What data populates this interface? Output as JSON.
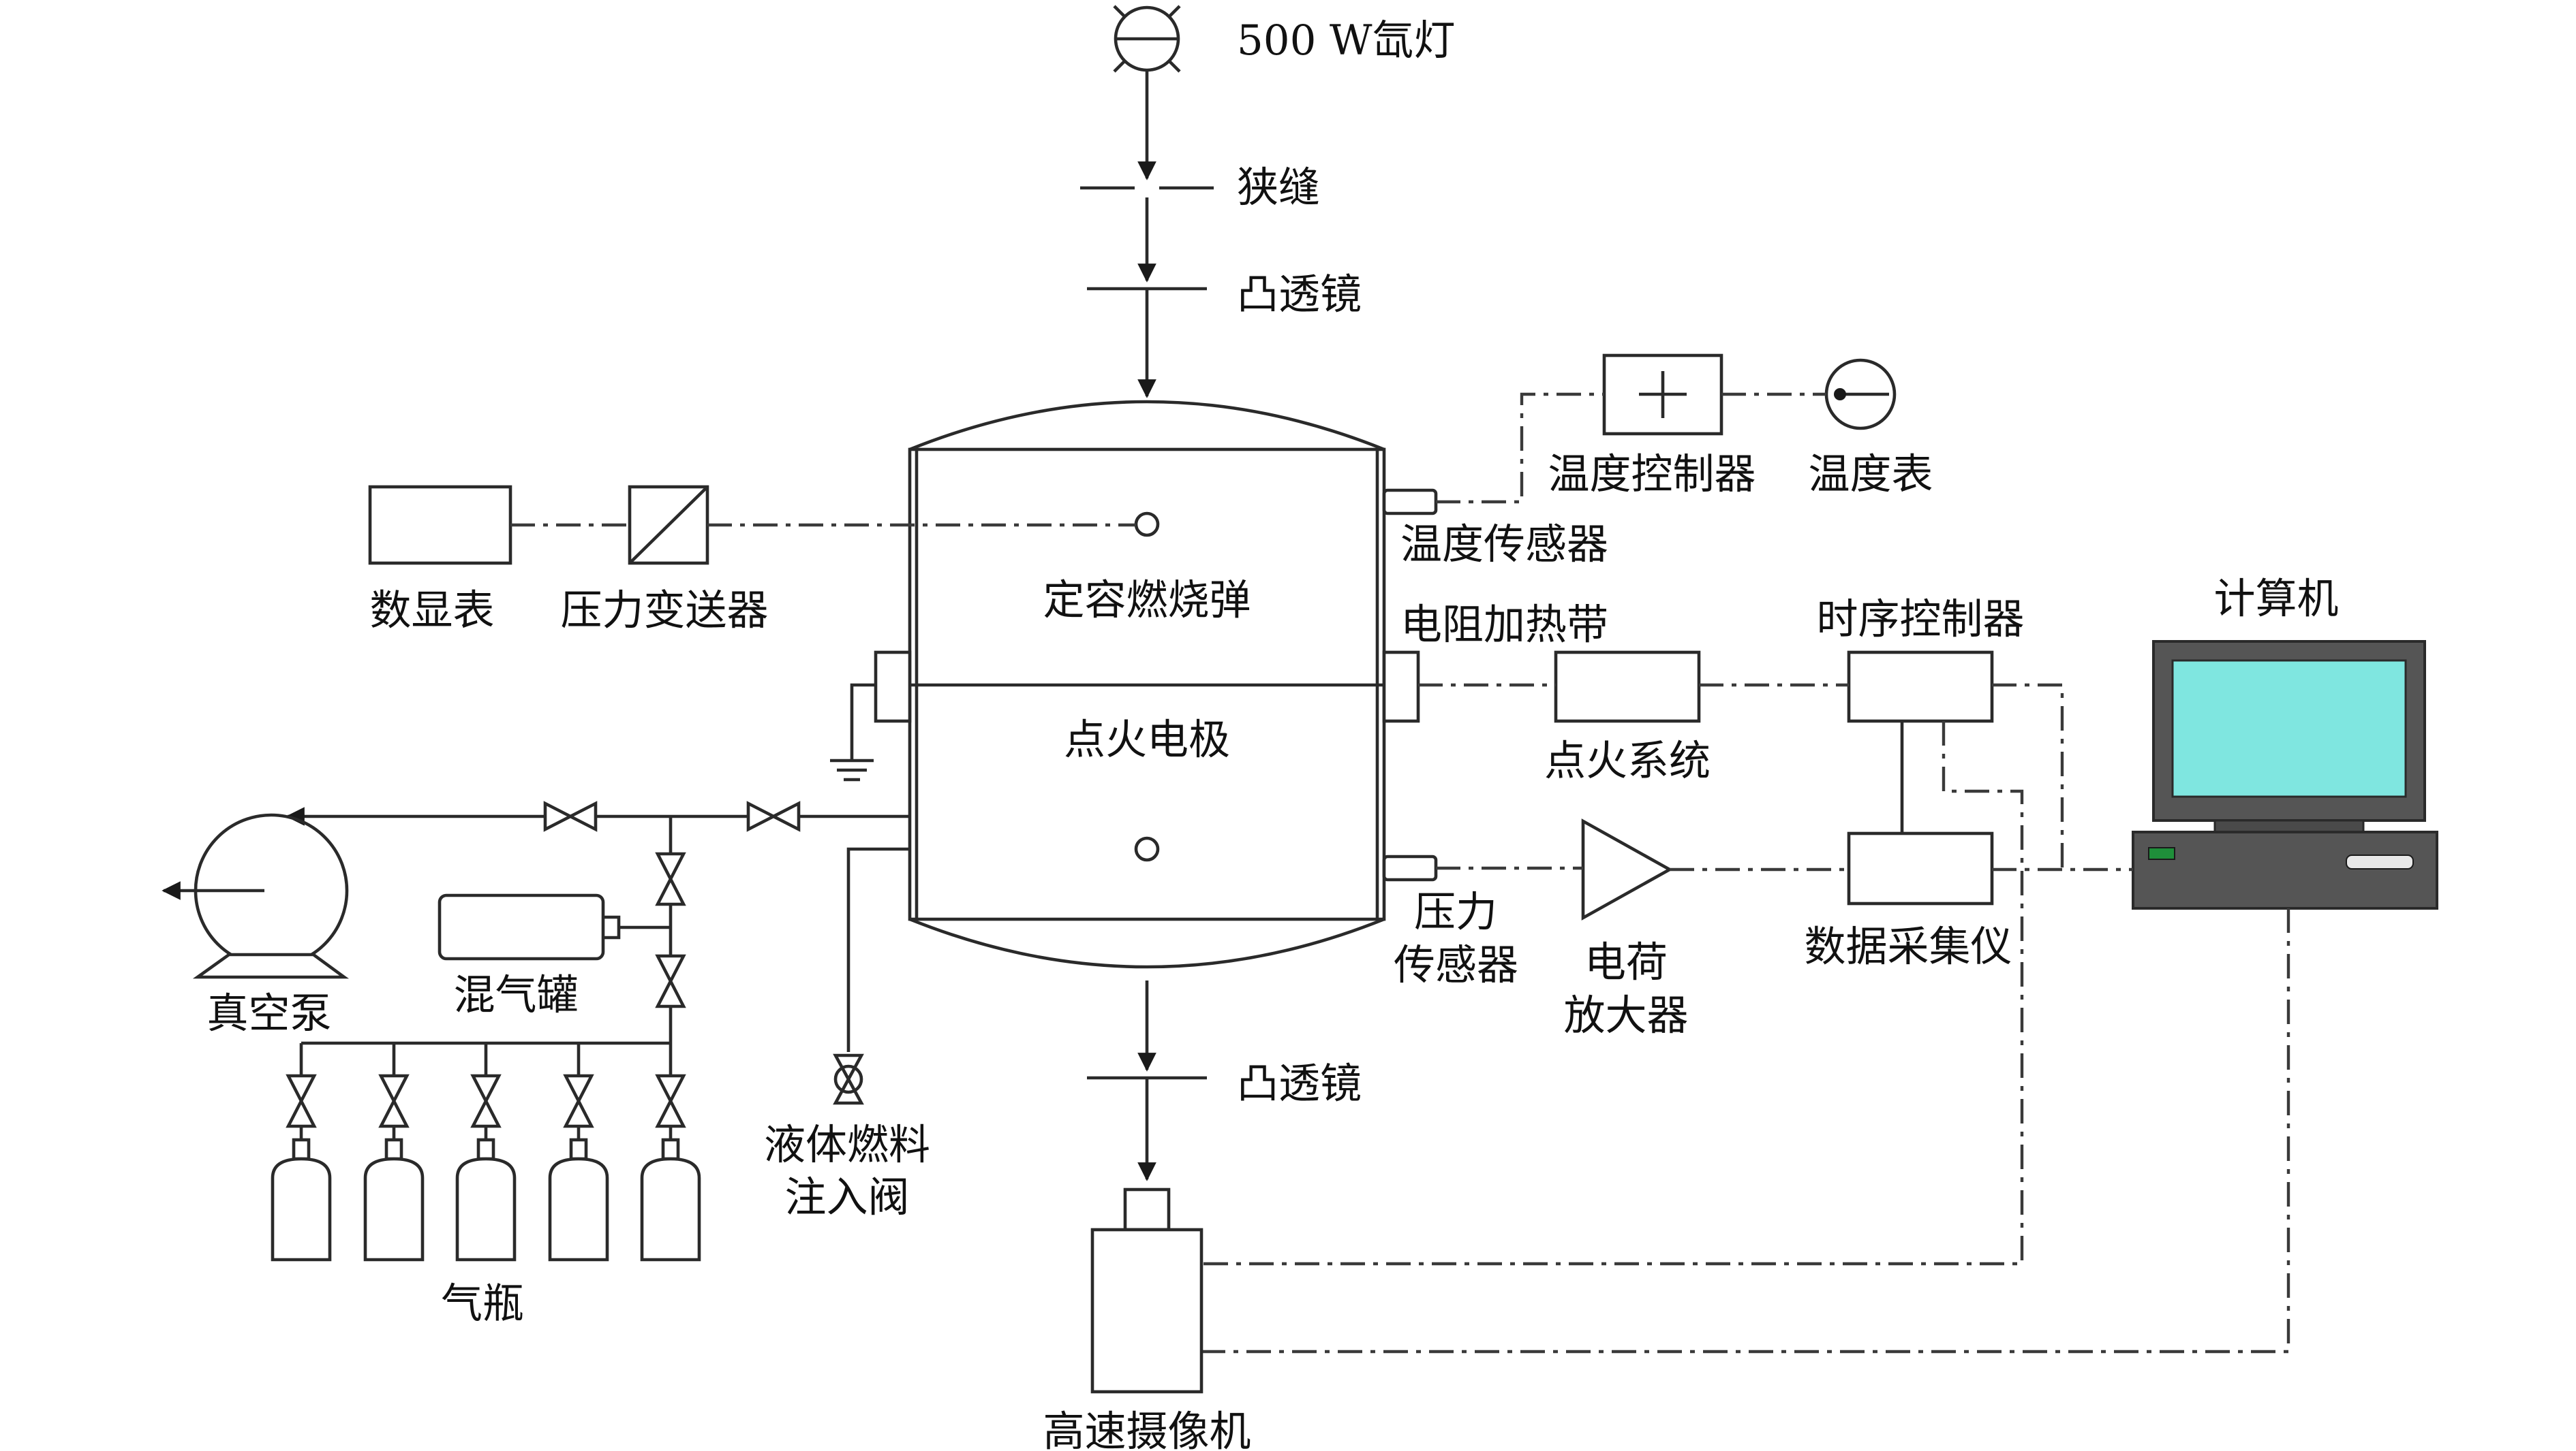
{
  "labels": {
    "lamp": "500 W氙灯",
    "slit": "狭缝",
    "lens_top": "凸透镜",
    "lens_bottom": "凸透镜",
    "chamber": "定容燃烧弹",
    "electrode": "点火电极",
    "display_meter": "数显表",
    "pressure_transmitter": "压力变送器",
    "temp_controller": "温度控制器",
    "thermometer": "温度表",
    "temp_sensor": "温度传感器",
    "heating_band": "电阻加热带",
    "timing_controller": "时序控制器",
    "computer": "计算机",
    "ignition_system": "点火系统",
    "pressure_sensor_1": "压力",
    "pressure_sensor_2": "传感器",
    "charge_amp_1": "电荷",
    "charge_amp_2": "放大器",
    "daq": "数据采集仪",
    "vacuum_pump": "真空泵",
    "mixing_tank": "混气罐",
    "gas_cylinders": "气瓶",
    "liquid_valve_1": "液体燃料",
    "liquid_valve_2": "注入阀",
    "camera": "高速摄像机"
  },
  "colors": {
    "line": "#2a2a2a",
    "screen": "#7fe6e0",
    "case": "#555555",
    "led": "#1f8f3a"
  }
}
